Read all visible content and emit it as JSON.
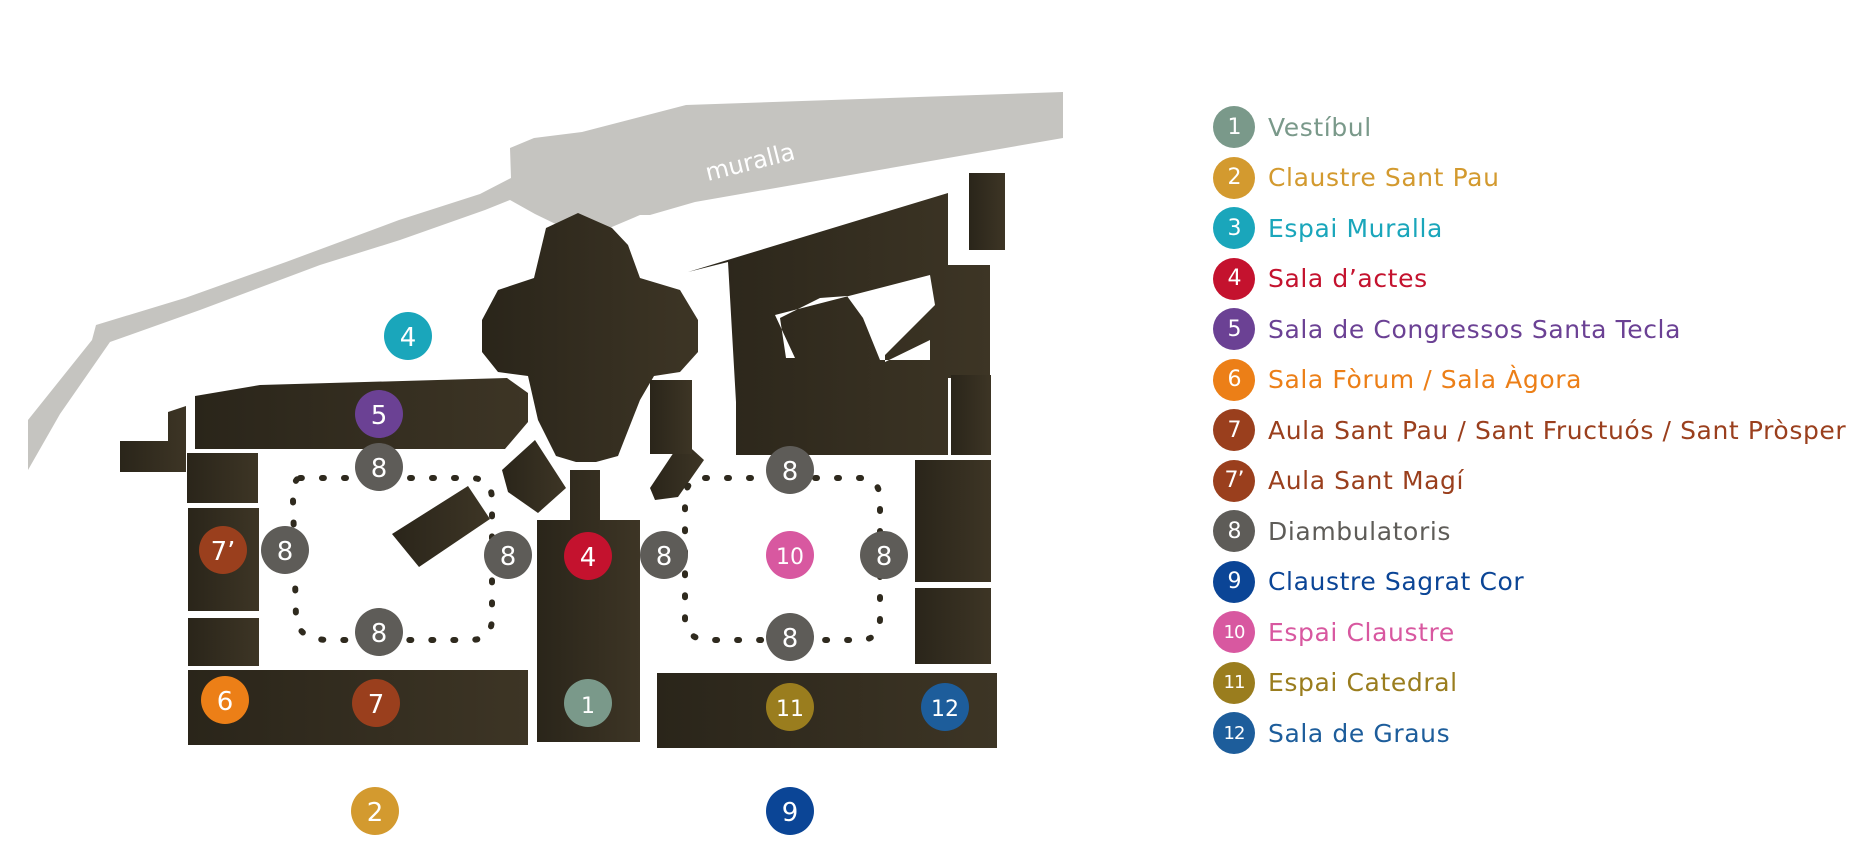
{
  "map": {
    "wall_label": "muralla",
    "markers": [
      {
        "num": "1"
      },
      {
        "num": "2"
      },
      {
        "num": "3"
      },
      {
        "num": "4"
      },
      {
        "num": "5"
      },
      {
        "num": "6"
      },
      {
        "num": "7"
      },
      {
        "num": "7’"
      },
      {
        "num": "8"
      },
      {
        "num": "9"
      },
      {
        "num": "10"
      },
      {
        "num": "11"
      },
      {
        "num": "12"
      }
    ]
  },
  "legend": {
    "items": [
      {
        "num": "1",
        "label": "Vestíbul",
        "color": "#7a998a"
      },
      {
        "num": "2",
        "label": "Claustre Sant Pau",
        "color": "#d39a2f"
      },
      {
        "num": "3",
        "label": "Espai Muralla",
        "color": "#1aa6bb"
      },
      {
        "num": "4",
        "label": "Sala d’actes",
        "color": "#c4122e"
      },
      {
        "num": "5",
        "label": "Sala de Congressos Santa Tecla",
        "color": "#6b4194"
      },
      {
        "num": "6",
        "label": "Sala Fòrum / Sala Àgora",
        "color": "#ec7f17"
      },
      {
        "num": "7",
        "label": "Aula Sant Pau / Sant Fructuós / Sant Pròsper",
        "color": "#9a3f1d"
      },
      {
        "num": "7’",
        "label": "Aula Sant Magí",
        "color": "#9a3f1d"
      },
      {
        "num": "8",
        "label": "Diambulatoris",
        "color": "#5e5c58"
      },
      {
        "num": "9",
        "label": "Claustre Sagrat Cor",
        "color": "#0b4596"
      },
      {
        "num": "10",
        "label": "Espai Claustre",
        "color": "#d858a0"
      },
      {
        "num": "11",
        "label": "Espai Catedral",
        "color": "#9a7d1e"
      },
      {
        "num": "12",
        "label": "Sala de Graus",
        "color": "#1d5d9b"
      }
    ]
  }
}
